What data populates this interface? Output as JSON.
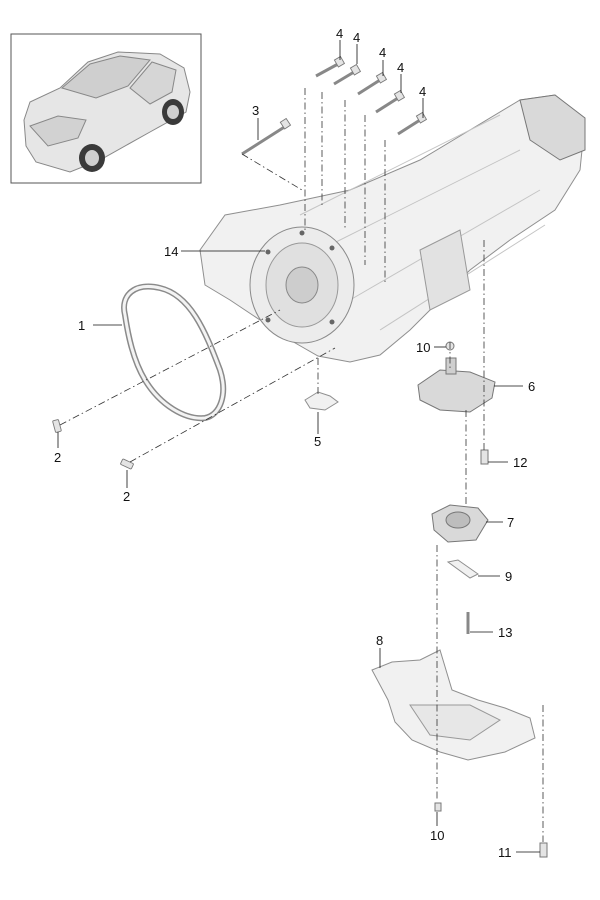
{
  "callouts": {
    "c1": "1",
    "c2a": "2",
    "c2b": "2",
    "c3": "3",
    "c4a": "4",
    "c4b": "4",
    "c4c": "4",
    "c4d": "4",
    "c4e": "4",
    "c5": "5",
    "c6": "6",
    "c7": "7",
    "c8": "8",
    "c9": "9",
    "c10a": "10",
    "c10b": "10",
    "c11": "11",
    "c12": "12",
    "c13": "13",
    "c14": "14"
  },
  "icons": {
    "vehicle": "suv-illustration-icon"
  }
}
